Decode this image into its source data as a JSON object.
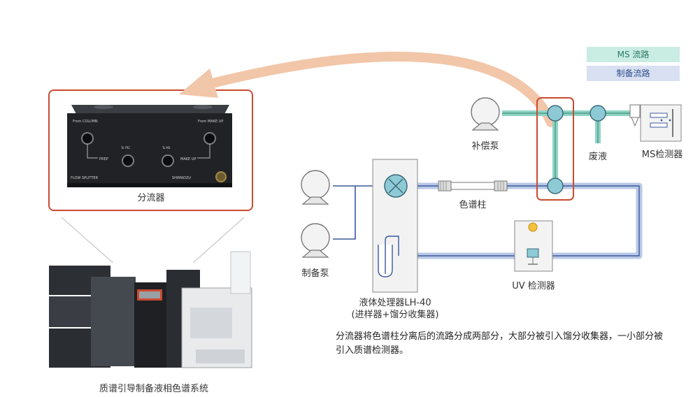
{
  "colors": {
    "ms_flow": "#8fd3c4",
    "prep_flow": "#9fb4dc",
    "prep_line": "#3a5a9c",
    "highlight": "#c94b31",
    "arrow": "#f2c6a9",
    "component_fill": "#8ec9d6"
  },
  "legend": {
    "ms_flow": "MS 流路",
    "prep_flow": "制备流路"
  },
  "labels": {
    "splitter": "分流器",
    "system": "质谱引导制备液相色谱系统",
    "makeup_pump": "补偿泵",
    "waste": "废液",
    "ms_detector": "MS检测器",
    "column": "色谱柱",
    "prep_pump": "制备泵",
    "uv_detector": "UV 检测器",
    "lh40_line1": "液体处理器LH-40",
    "lh40_line2": "(进样器+馏分收集器)"
  },
  "description": "分流器将色谱柱分离后的流路分成两部分，大部分被引入馏分收集器，一小部分被引入质谱检测器。",
  "splitter_device_text": {
    "from_column": "From COLUMN",
    "from_makeup": "From MAKE UP",
    "to_prep": "PREP",
    "to_makeup": "MAKE UP",
    "port_left": "To FRC",
    "port_right": "To MS",
    "model": "FLOW SPLITTER",
    "brand": "SHIMADZU"
  },
  "icons": [
    "pump-icon",
    "valve-icon",
    "column-icon",
    "fraction-collector-icon",
    "uv-detector-icon",
    "ms-detector-icon",
    "splitter-icon",
    "curved-arrow-icon"
  ]
}
